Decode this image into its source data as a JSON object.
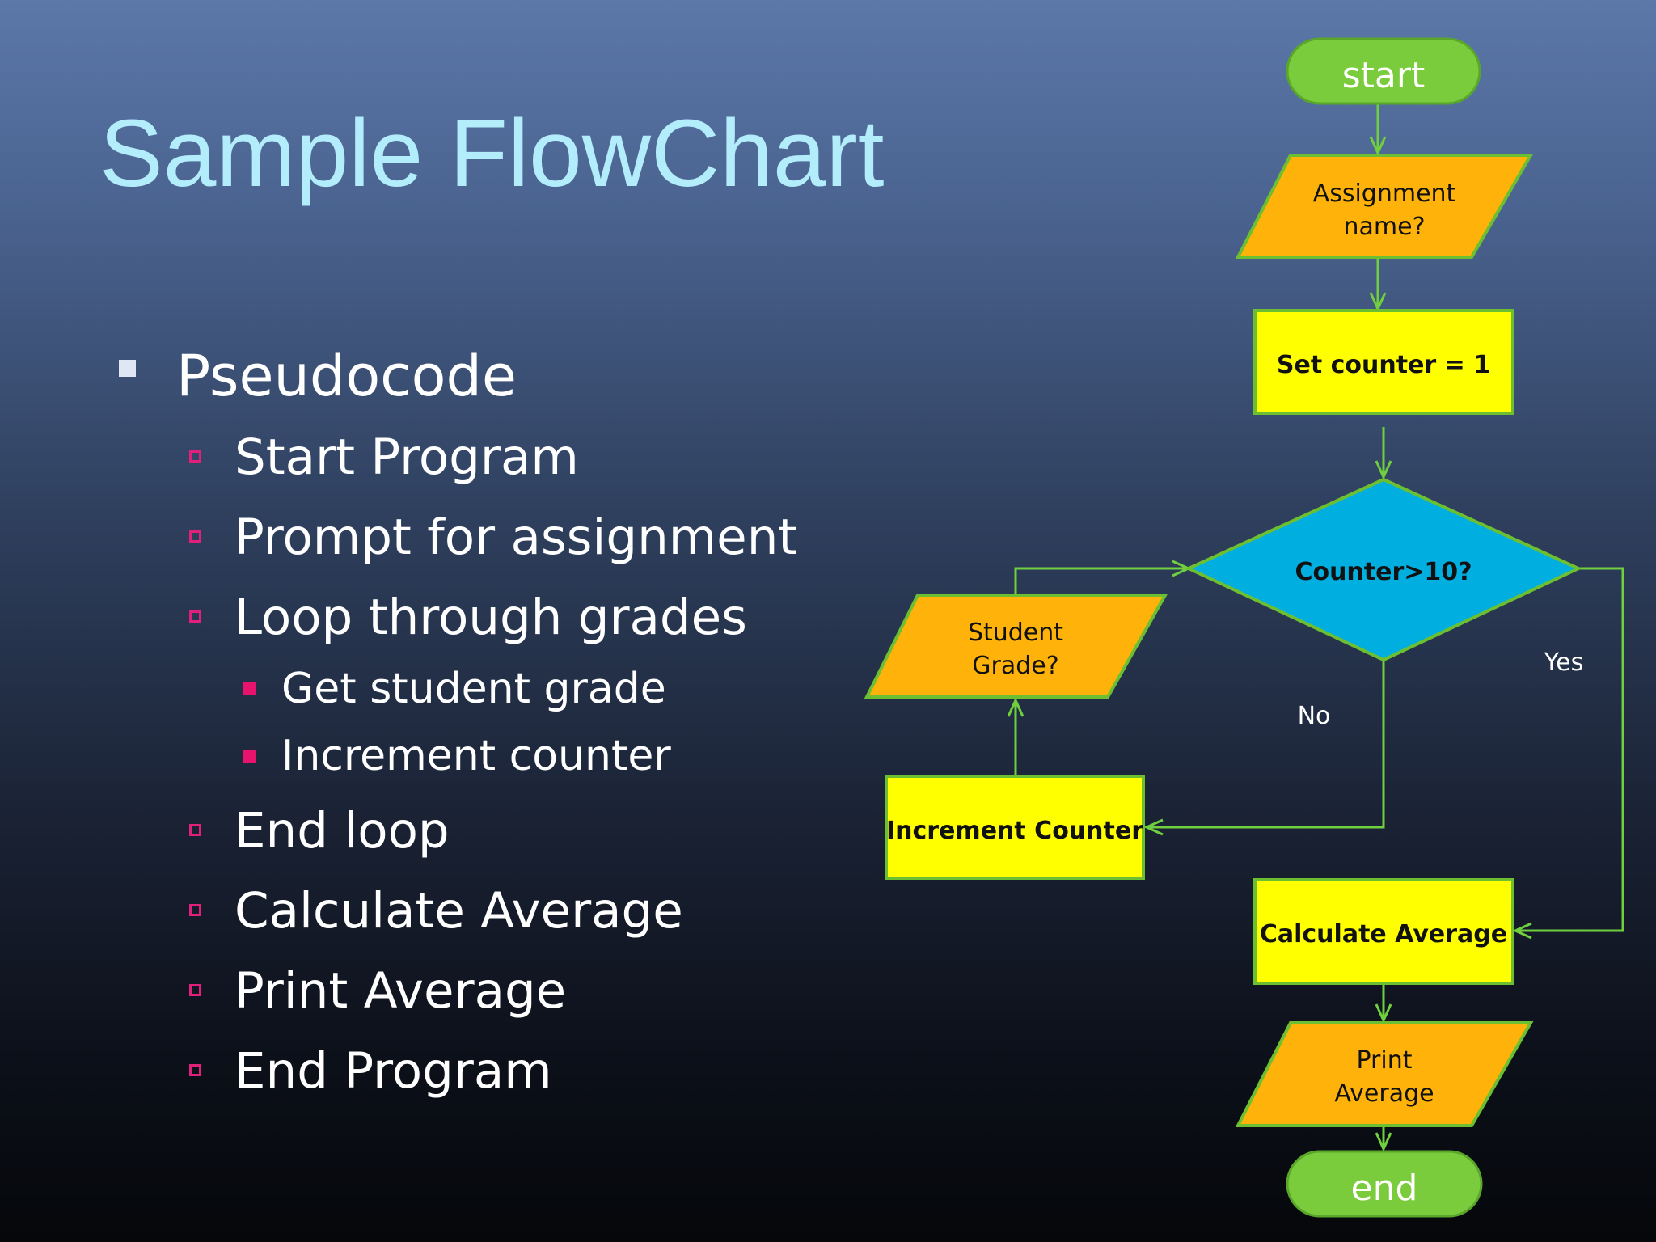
{
  "title": "Sample FlowChart",
  "outline": {
    "heading": "Pseudocode",
    "items": [
      {
        "label": "Start Program",
        "level": 2
      },
      {
        "label": "Prompt for assignment",
        "level": 2
      },
      {
        "label": "Loop through grades",
        "level": 2
      },
      {
        "label": "Get student grade",
        "level": 3
      },
      {
        "label": "Increment counter",
        "level": 3
      },
      {
        "label": "End loop",
        "level": 2
      },
      {
        "label": "Calculate Average",
        "level": 2
      },
      {
        "label": "Print Average",
        "level": 2
      },
      {
        "label": "End Program",
        "level": 2
      }
    ]
  },
  "flowchart": {
    "nodes": {
      "start": {
        "label": "start",
        "shape": "terminator"
      },
      "assignment": {
        "line1": "Assignment",
        "line2": "name?",
        "shape": "input"
      },
      "set_counter": {
        "label": "Set counter = 1",
        "shape": "process"
      },
      "decision": {
        "label": "Counter>10?",
        "shape": "decision"
      },
      "student_grade": {
        "line1": "Student",
        "line2": "Grade?",
        "shape": "input"
      },
      "increment": {
        "label": "Increment Counter",
        "shape": "process"
      },
      "calculate": {
        "label": "Calculate Average",
        "shape": "process"
      },
      "print": {
        "line1": "Print",
        "line2": "Average",
        "shape": "input"
      },
      "end": {
        "label": "end",
        "shape": "terminator"
      }
    },
    "edge_labels": {
      "no": "No",
      "yes": "Yes"
    }
  },
  "colors": {
    "title": "#b3ecfb",
    "terminator": "#7acc3c",
    "input": "#ffb30a",
    "process": "#ffff00",
    "decision": "#00aee0",
    "connector": "#6fcf3f",
    "sub_bullet": "#e8136d"
  }
}
